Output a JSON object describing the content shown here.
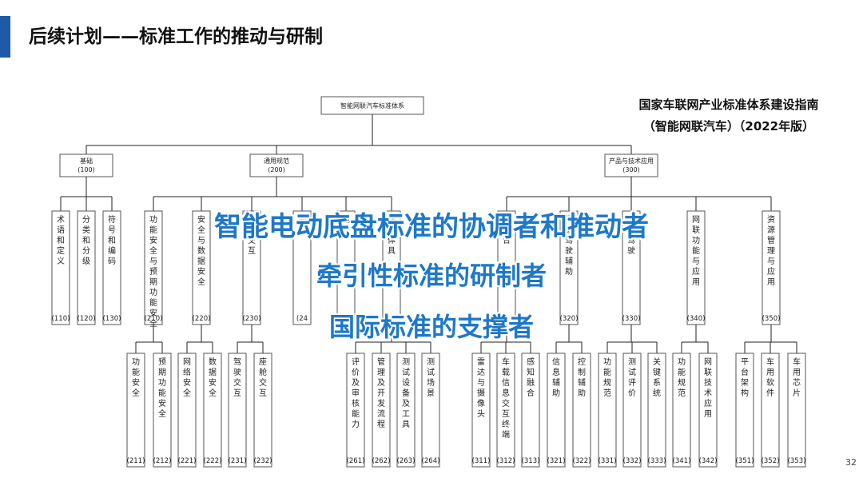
{
  "header": {
    "title": "后续计划——标准工作的推动与研制"
  },
  "guide": {
    "line1": "国家车联网产业标准体系建设指南",
    "line2": "（智能网联汽车）（2022年版）"
  },
  "tree": {
    "root": "智能网联汽车标准体系",
    "groups": [
      {
        "label": "基础",
        "code": "(100)",
        "children": [
          {
            "label": "术语和定义",
            "code": "(110)",
            "children": []
          },
          {
            "label": "分类和分级",
            "code": "(120)",
            "children": []
          },
          {
            "label": "符号和编码",
            "code": "(130)",
            "children": []
          }
        ]
      },
      {
        "label": "通用规范",
        "code": "(200)",
        "children": [
          {
            "label": "功能安全与预期功能安全",
            "code": "(210)",
            "children": [
              {
                "label": "功能安全",
                "code": "(211)"
              },
              {
                "label": "预期功能安全",
                "code": "(212)"
              }
            ]
          },
          {
            "label": "安全与数据安全",
            "code": "(220)",
            "children": [
              {
                "label": "网络安全",
                "code": "(221)"
              },
              {
                "label": "数据安全",
                "code": "(222)"
              }
            ]
          },
          {
            "label": "人机交互",
            "code": "(230)",
            "children": [
              {
                "label": "驾驶交互",
                "code": "(231)"
              },
              {
                "label": "座舱交互",
                "code": "(232)"
              }
            ]
          },
          {
            "label": "地图",
            "code": "(24",
            "children": []
          },
          {
            "label": "电",
            "code": "",
            "children": []
          },
          {
            "label": "评价体具",
            "code": "",
            "children": [
              {
                "label": "评价及审核能力",
                "code": "(261)"
              },
              {
                "label": "管理及开发流程",
                "code": "(262)"
              },
              {
                "label": "测试设备及工具",
                "code": "(263)"
              },
              {
                "label": "测试场景",
                "code": "(264)"
              }
            ]
          }
        ]
      },
      {
        "label": "产品与技术应用",
        "code": "(300)",
        "children": [
          {
            "label": "息感合",
            "code": "",
            "children": [
              {
                "label": "雷达与摄像头",
                "code": "(311)"
              },
              {
                "label": "车载信息交互终端",
                "code": "(312)"
              },
              {
                "label": "感知融合",
                "code": "(313)"
              }
            ]
          },
          {
            "label": "先进驾驶辅助",
            "code": "(320)",
            "children": [
              {
                "label": "信息辅助",
                "code": "(321)"
              },
              {
                "label": "控制辅助",
                "code": "(322)"
              }
            ]
          },
          {
            "label": "自动驾驶",
            "code": "(330)",
            "children": [
              {
                "label": "功能规范",
                "code": "(331)"
              },
              {
                "label": "测试评价",
                "code": "(332)"
              },
              {
                "label": "关键系统",
                "code": "(333)"
              }
            ]
          },
          {
            "label": "网联功能与应用",
            "code": "(340)",
            "children": [
              {
                "label": "功能规范",
                "code": "(341)"
              },
              {
                "label": "网联技术应用",
                "code": "(342)"
              }
            ]
          },
          {
            "label": "资源管理与应用",
            "code": "(350)",
            "children": [
              {
                "label": "平台架构",
                "code": "(351)"
              },
              {
                "label": "车用软件",
                "code": "(352)"
              },
              {
                "label": "车用芯片",
                "code": "(353)"
              }
            ]
          }
        ]
      }
    ]
  },
  "overlay": {
    "line1": "智能电动底盘标准的协调者和推动者",
    "line2": "牵引性标准的研制者",
    "line3": "国际标准的支撑者"
  },
  "footer": {
    "page_number": "32"
  },
  "colors": {
    "accent": "#1f5aa8",
    "overlay_text": "#1e78c8"
  }
}
